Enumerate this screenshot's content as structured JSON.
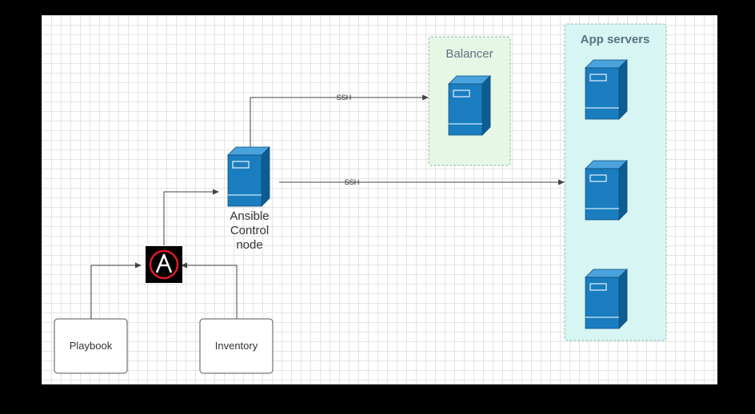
{
  "nodes": {
    "playbook": {
      "label": "Playbook"
    },
    "inventory": {
      "label": "Inventory"
    },
    "ansible_logo": {
      "icon": "ansible-logo-icon",
      "letter": "A"
    },
    "control_node": {
      "label_lines": [
        "Ansible",
        "Control",
        "node"
      ],
      "icon": "server-icon"
    },
    "balancer": {
      "label": "Balancer",
      "icon": "server-icon"
    },
    "app_servers": {
      "label": "App servers",
      "count": 3,
      "icon": "server-icon"
    }
  },
  "edges": {
    "ssh_balancer": {
      "label": "SSH"
    },
    "ssh_app": {
      "label": "SSH"
    }
  },
  "colors": {
    "server_front": "#1a7dc0",
    "server_side": "#0e5d92",
    "server_top": "#4aa3dc",
    "balancer_fill": "#e6f7e6",
    "app_fill": "#d6f5f3",
    "group_border": "#8fbc9a",
    "arrow": "#444444",
    "logo_ring": "#e01b24"
  }
}
